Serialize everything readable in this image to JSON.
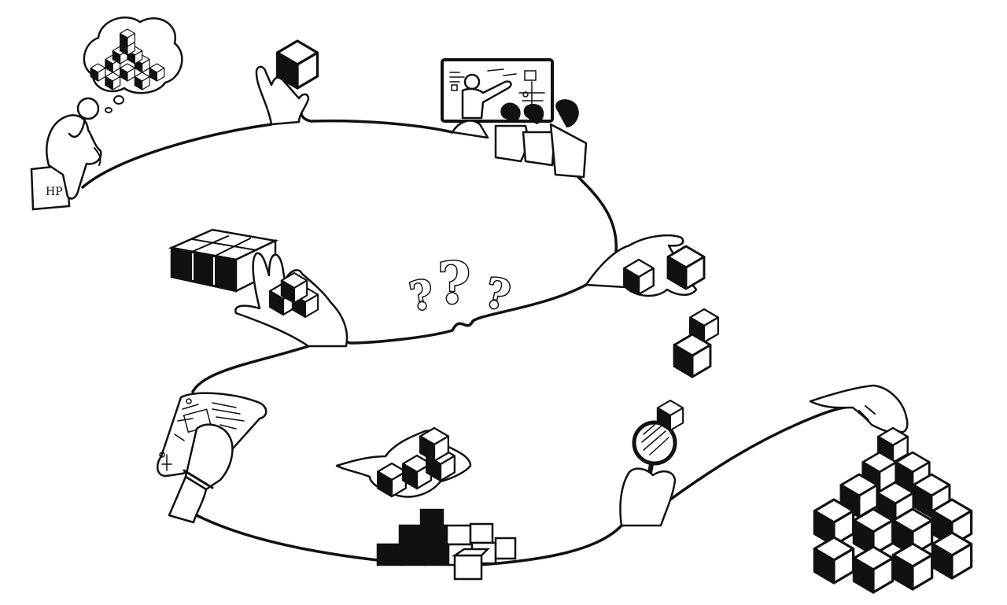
{
  "colors": {
    "ink": "#111111",
    "paper": "#ffffff",
    "shade": "#111111"
  },
  "scenes": [
    {
      "id": "thinker",
      "icon": "thinking-person-icon"
    },
    {
      "id": "hand-holding-cube",
      "icon": "hand-cube-icon"
    },
    {
      "id": "presentation",
      "icon": "presentation-board-icon"
    },
    {
      "id": "hands-with-cubes",
      "icon": "hands-cubes-icon"
    },
    {
      "id": "question-marks",
      "icon": "question-marks-icon"
    },
    {
      "id": "flat-cubes-palm",
      "icon": "palm-cubes-icon"
    },
    {
      "id": "plan-scroll",
      "icon": "scroll-plan-icon"
    },
    {
      "id": "building-cubes",
      "icon": "building-blocks-icon"
    },
    {
      "id": "magnifier",
      "icon": "magnifying-glass-icon"
    },
    {
      "id": "pyramid-completion",
      "icon": "cube-pyramid-icon"
    }
  ],
  "question_marks": [
    "?",
    "?",
    "?"
  ],
  "monogram": "HP"
}
